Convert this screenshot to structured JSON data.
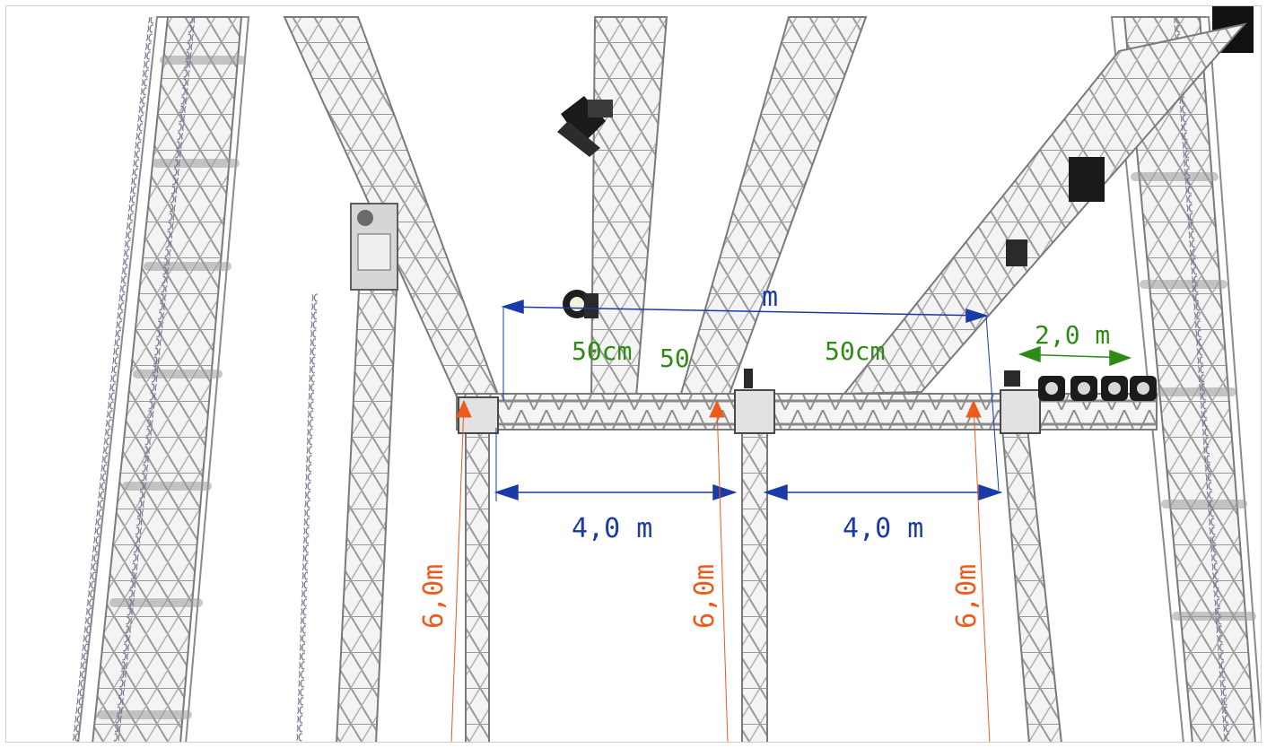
{
  "colors": {
    "blue": "#1a3aa8",
    "green": "#2e8b14",
    "orange": "#ee5a1a",
    "truss": "#e9e9e9",
    "truss_edge": "#8a8a8a"
  },
  "dimensions": {
    "top_span": "m",
    "spacing_1": "50cm",
    "spacing_2": "50",
    "spacing_3": "50cm",
    "side_span": "2,0 m",
    "bay_left": "4,0 m",
    "bay_right": "4,0 m",
    "height_left": "6,0m",
    "height_center": "6,0m",
    "height_right": "6,0m"
  },
  "icons": [
    "chain-hoist-icon",
    "spotlight-icon",
    "par-light-icon",
    "moving-head-icon"
  ]
}
